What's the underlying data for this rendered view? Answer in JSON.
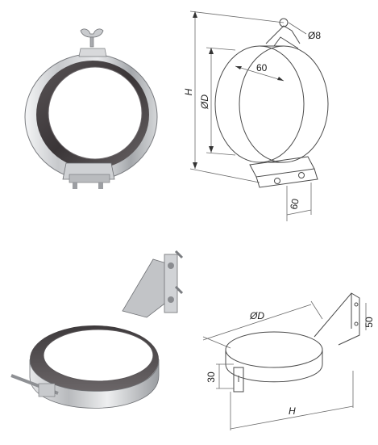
{
  "top_drawing": {
    "label_diameter_hole": "Ø8",
    "label_width_top": "60",
    "label_height": "H",
    "label_diameter": "ØD",
    "label_width_bottom": "60"
  },
  "bottom_drawing": {
    "label_diameter": "ØD",
    "label_bracket": "50",
    "label_band": "30",
    "label_height": "H"
  },
  "colors": {
    "steel_light": "#d9dadc",
    "steel_dark": "#8e9094",
    "rubber": "#4a4648",
    "line": "#4a4a4a"
  }
}
